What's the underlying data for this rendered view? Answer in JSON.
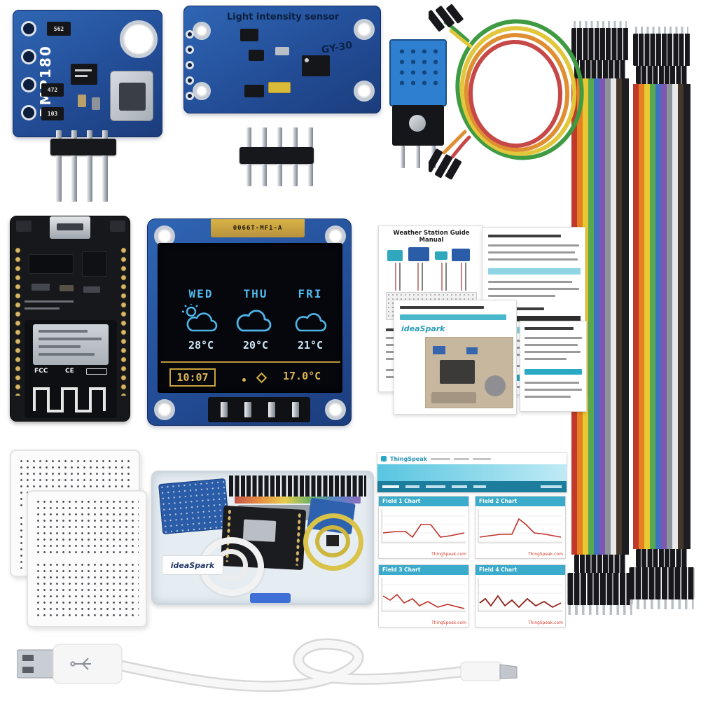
{
  "scene": {
    "description": "ESP8266 weather station starter kit - product photo",
    "background": "#ffffff",
    "pcb_blue": "#2a5ca8",
    "accent_teal": "#2aa9c4",
    "oled_cyan": "#54b9ec",
    "oled_amber": "#d9b545"
  },
  "bmp180": {
    "silkscreen": "BMP180",
    "smd_labels": [
      "562",
      "472",
      "103"
    ]
  },
  "gy30": {
    "title": "Light intensity sensor",
    "model": "GY-30"
  },
  "oled": {
    "flex_label": "0066T-MF1-A",
    "days": [
      "WED",
      "THU",
      "FRI"
    ],
    "temps": [
      "28°C",
      "20°C",
      "21°C"
    ],
    "time": "10:07",
    "current_temp": "17.0°C"
  },
  "nodemcu": {
    "fcc_mark": "FCC",
    "ce_mark": "CE"
  },
  "manual": {
    "title": "Weather Station Guide Manual",
    "brand": "ideaSpark"
  },
  "thingspeak": {
    "site_name": "ThingSpeak",
    "chart_titles": [
      "Field 1 Chart",
      "Field 2 Chart",
      "Field 3 Chart",
      "Field 4 Chart"
    ],
    "watermark": "ThingSpeak.com"
  },
  "box": {
    "brand": "ideaSpark"
  }
}
